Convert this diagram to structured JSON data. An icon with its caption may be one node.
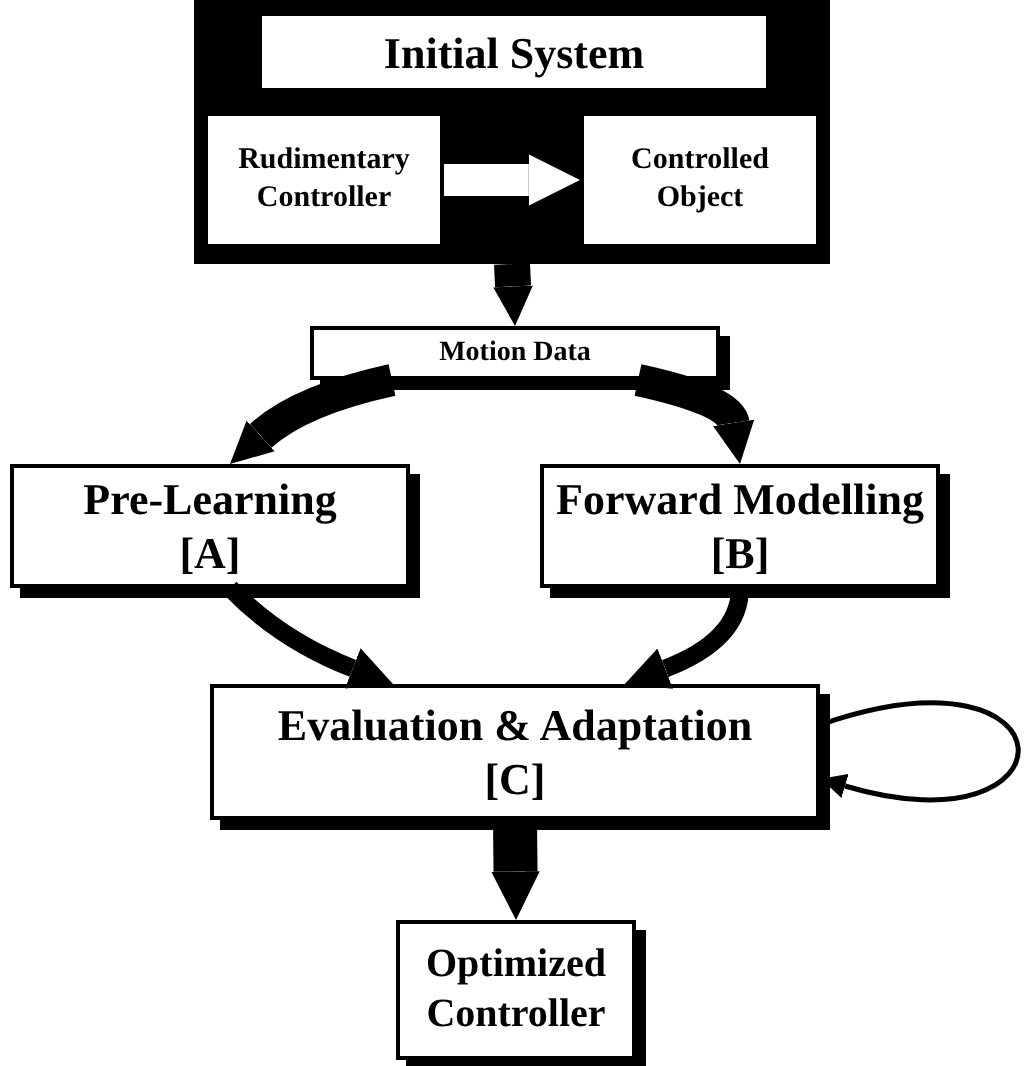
{
  "diagram": {
    "nodes": [
      {
        "text": [
          "Initial System"
        ]
      },
      {
        "text": [
          "Rudimentary Controller"
        ],
        "in": 0
      },
      {
        "text": [
          "Controlled Object"
        ],
        "in": 0
      },
      {
        "text": [
          "Motion Data"
        ]
      },
      {
        "text": [
          "Pre-Learning",
          "[A]"
        ]
      },
      {
        "text": [
          "Forward Modelling",
          "[B]"
        ]
      },
      {
        "text": [
          "Evaluation & Adaptation",
          "[C]"
        ]
      },
      {
        "text": [
          "Optimized Controller"
        ]
      }
    ],
    "edges": [
      {
        "from": 1,
        "to": 2,
        "arrow": "to",
        "color": "#ffffff"
      },
      {
        "from": 0,
        "to": 3,
        "arrow": "to"
      },
      {
        "from": 3,
        "to": 4,
        "arrow": "to"
      },
      {
        "from": 3,
        "to": 5,
        "arrow": "to"
      },
      {
        "from": 4,
        "to": 6,
        "arrow": "to"
      },
      {
        "from": 5,
        "to": 6,
        "arrow": "to"
      },
      {
        "from": 6,
        "to": 6,
        "arrow": "to"
      },
      {
        "from": 6,
        "to": 7,
        "arrow": "to"
      }
    ]
  }
}
